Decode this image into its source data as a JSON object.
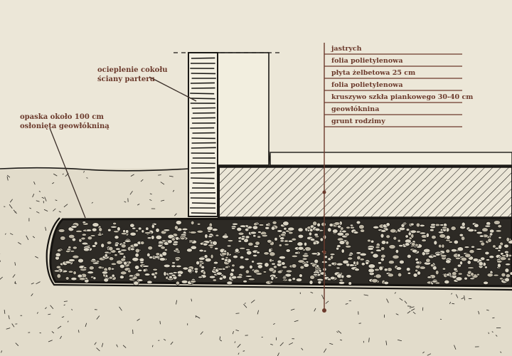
{
  "labels": {
    "insulation_line1": "ocieplenie cokołu",
    "insulation_line2": "ściany parteru",
    "band_line1": "opaska około 100 cm",
    "band_line2": "osłonięta geowłókniną"
  },
  "layers": [
    "jastrych",
    "folia polietylenowa",
    "płyta żelbetowa 25 cm",
    "folia polietylenowa",
    "kruszywo szkła piankowego 30-40 cm",
    "geowłóknina",
    "grunt rodzimy"
  ],
  "colors": {
    "ink": "#1c1a17",
    "accent": "#6b3a2c",
    "paper": "#ece7d8",
    "soil": "#e2dccb"
  }
}
